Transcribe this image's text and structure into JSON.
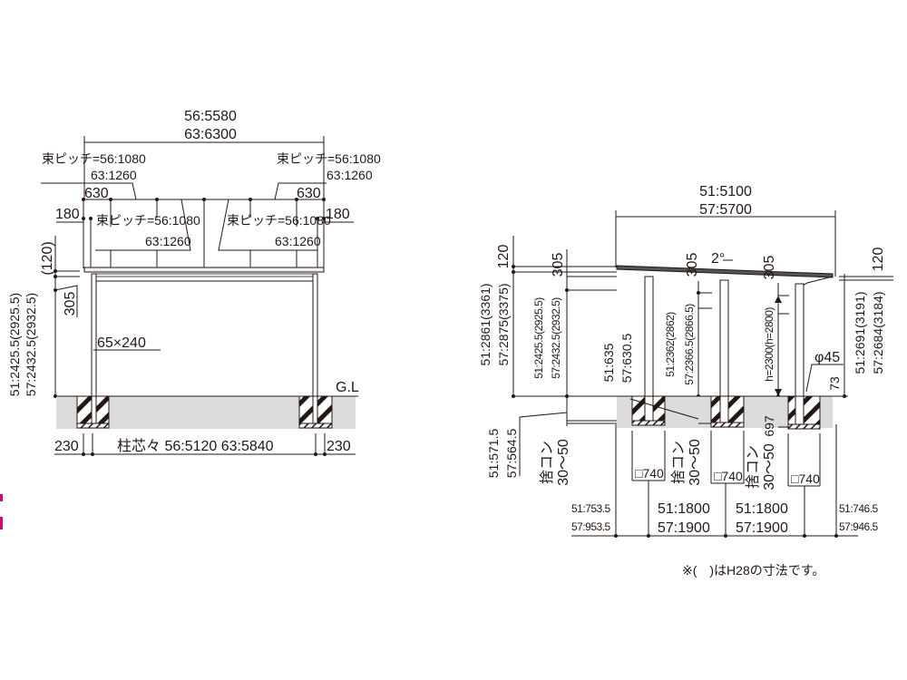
{
  "front_view": {
    "overall_width": [
      "56:5580",
      "63:6300"
    ],
    "pitch_outer_left": [
      "束ピッチ=56:1080",
      "63:1260"
    ],
    "pitch_outer_right": [
      "束ピッチ=56:1080",
      "63:1260"
    ],
    "pitch_inner_left": [
      "束ピッチ=56:1080",
      "63:1260"
    ],
    "pitch_inner_right": [
      "束ピッチ=56:1080",
      "63:1260"
    ],
    "edge_630": "630",
    "edge_180": "180",
    "roof_thickness": "(120)",
    "beam_height": "305",
    "height_labels": [
      "51:2425.5(2925.5)",
      "57:2432.5(2932.5)"
    ],
    "post_size": "65×240",
    "ground_level": "G.L",
    "overhang": "230",
    "post_span": "柱芯々 56:5120 63:5840"
  },
  "side_view": {
    "overall_width": [
      "51:5100",
      "57:5700"
    ],
    "roof_thickness": "120",
    "beam_height": "305",
    "slope": "2°",
    "total_height_left": [
      "51:2861(3361)",
      "57:2875(3375)"
    ],
    "eave_height_left": [
      "51:2425.5(2925.5)",
      "57:2432.5(2932.5)"
    ],
    "mid_height": [
      "51:2362(2862)",
      "57:2366.5(2866.5)"
    ],
    "clearance": "h=2300(h=2800)",
    "rear_height": [
      "51:2691(3191)",
      "57:2684(3184)"
    ],
    "post_diameter": "φ45",
    "base_73": "73",
    "embed_front": [
      "51:635",
      "57:630.5"
    ],
    "embed_depth": [
      "51:571.5",
      "57:564.5"
    ],
    "embed_697": "697",
    "lean_concrete": [
      "捨コン",
      "30〜50"
    ],
    "footing": "□740",
    "spacing": {
      "front": [
        "51:753.5",
        "57:953.5"
      ],
      "mid1": [
        "51:1800",
        "57:1900"
      ],
      "mid2": [
        "51:1800",
        "57:1900"
      ],
      "rear": [
        "51:746.5",
        "57:946.5"
      ]
    }
  },
  "note": "※(　)はH28の寸法です。"
}
